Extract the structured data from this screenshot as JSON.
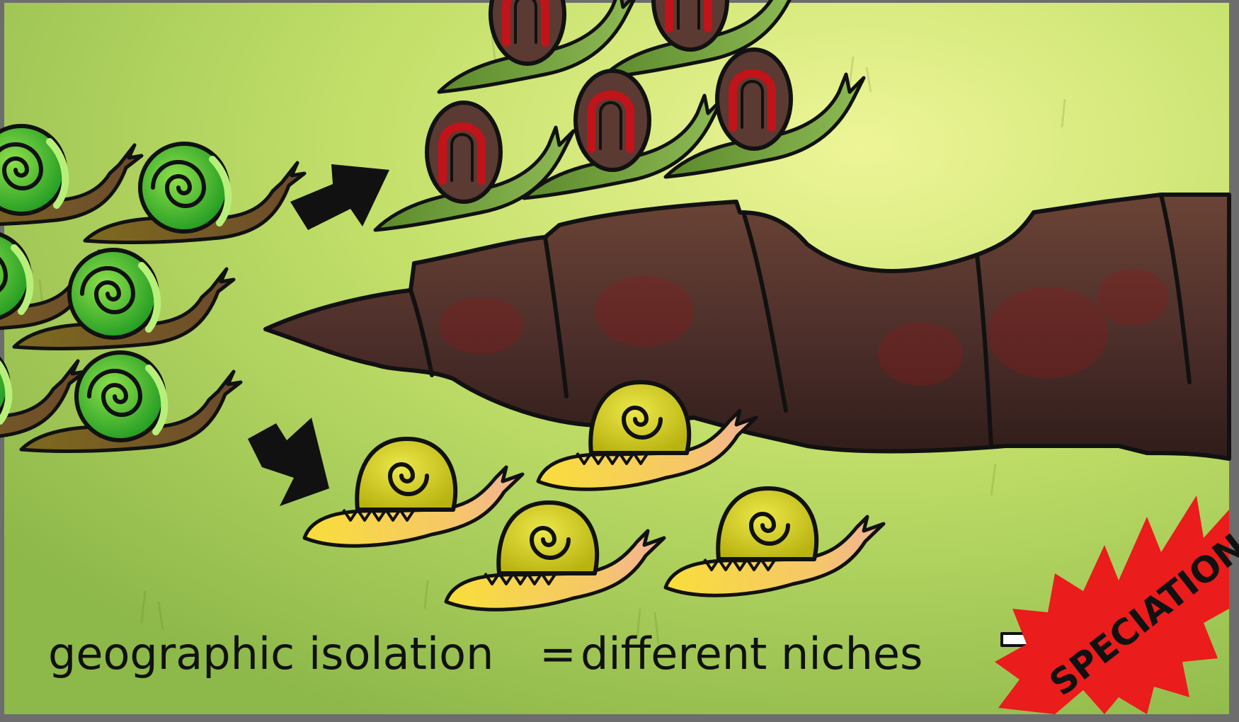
{
  "caption": {
    "part1": "geographic isolation",
    "equals": "=",
    "part2": "different niches"
  },
  "badge": {
    "text": "SPECIATION"
  },
  "colors": {
    "grass_light": "#dff18a",
    "grass_mid": "#b9d95a",
    "grass_dark": "#8fb43e",
    "frame": "#6d6d6d",
    "log": "#4a2e2a",
    "green_shell": "#2ea82a",
    "green_shell_light": "#8fdc4a",
    "brown_body": "#7a5a2e",
    "brown_shell": "#5a3a30",
    "shell_stripe": "#b3141a",
    "olive_body": "#6f9a3a",
    "yellow_shell": "#d6d21a",
    "yellow_body": "#f7d34a",
    "pink_neck": "#f2b59a",
    "badge_red": "#ea1c1c",
    "outline": "#111111"
  },
  "icons": {
    "arrow_up": "arrow-icon",
    "arrow_down": "arrow-icon",
    "caption_arrow": "arrow-icon",
    "starburst": "starburst-icon"
  }
}
